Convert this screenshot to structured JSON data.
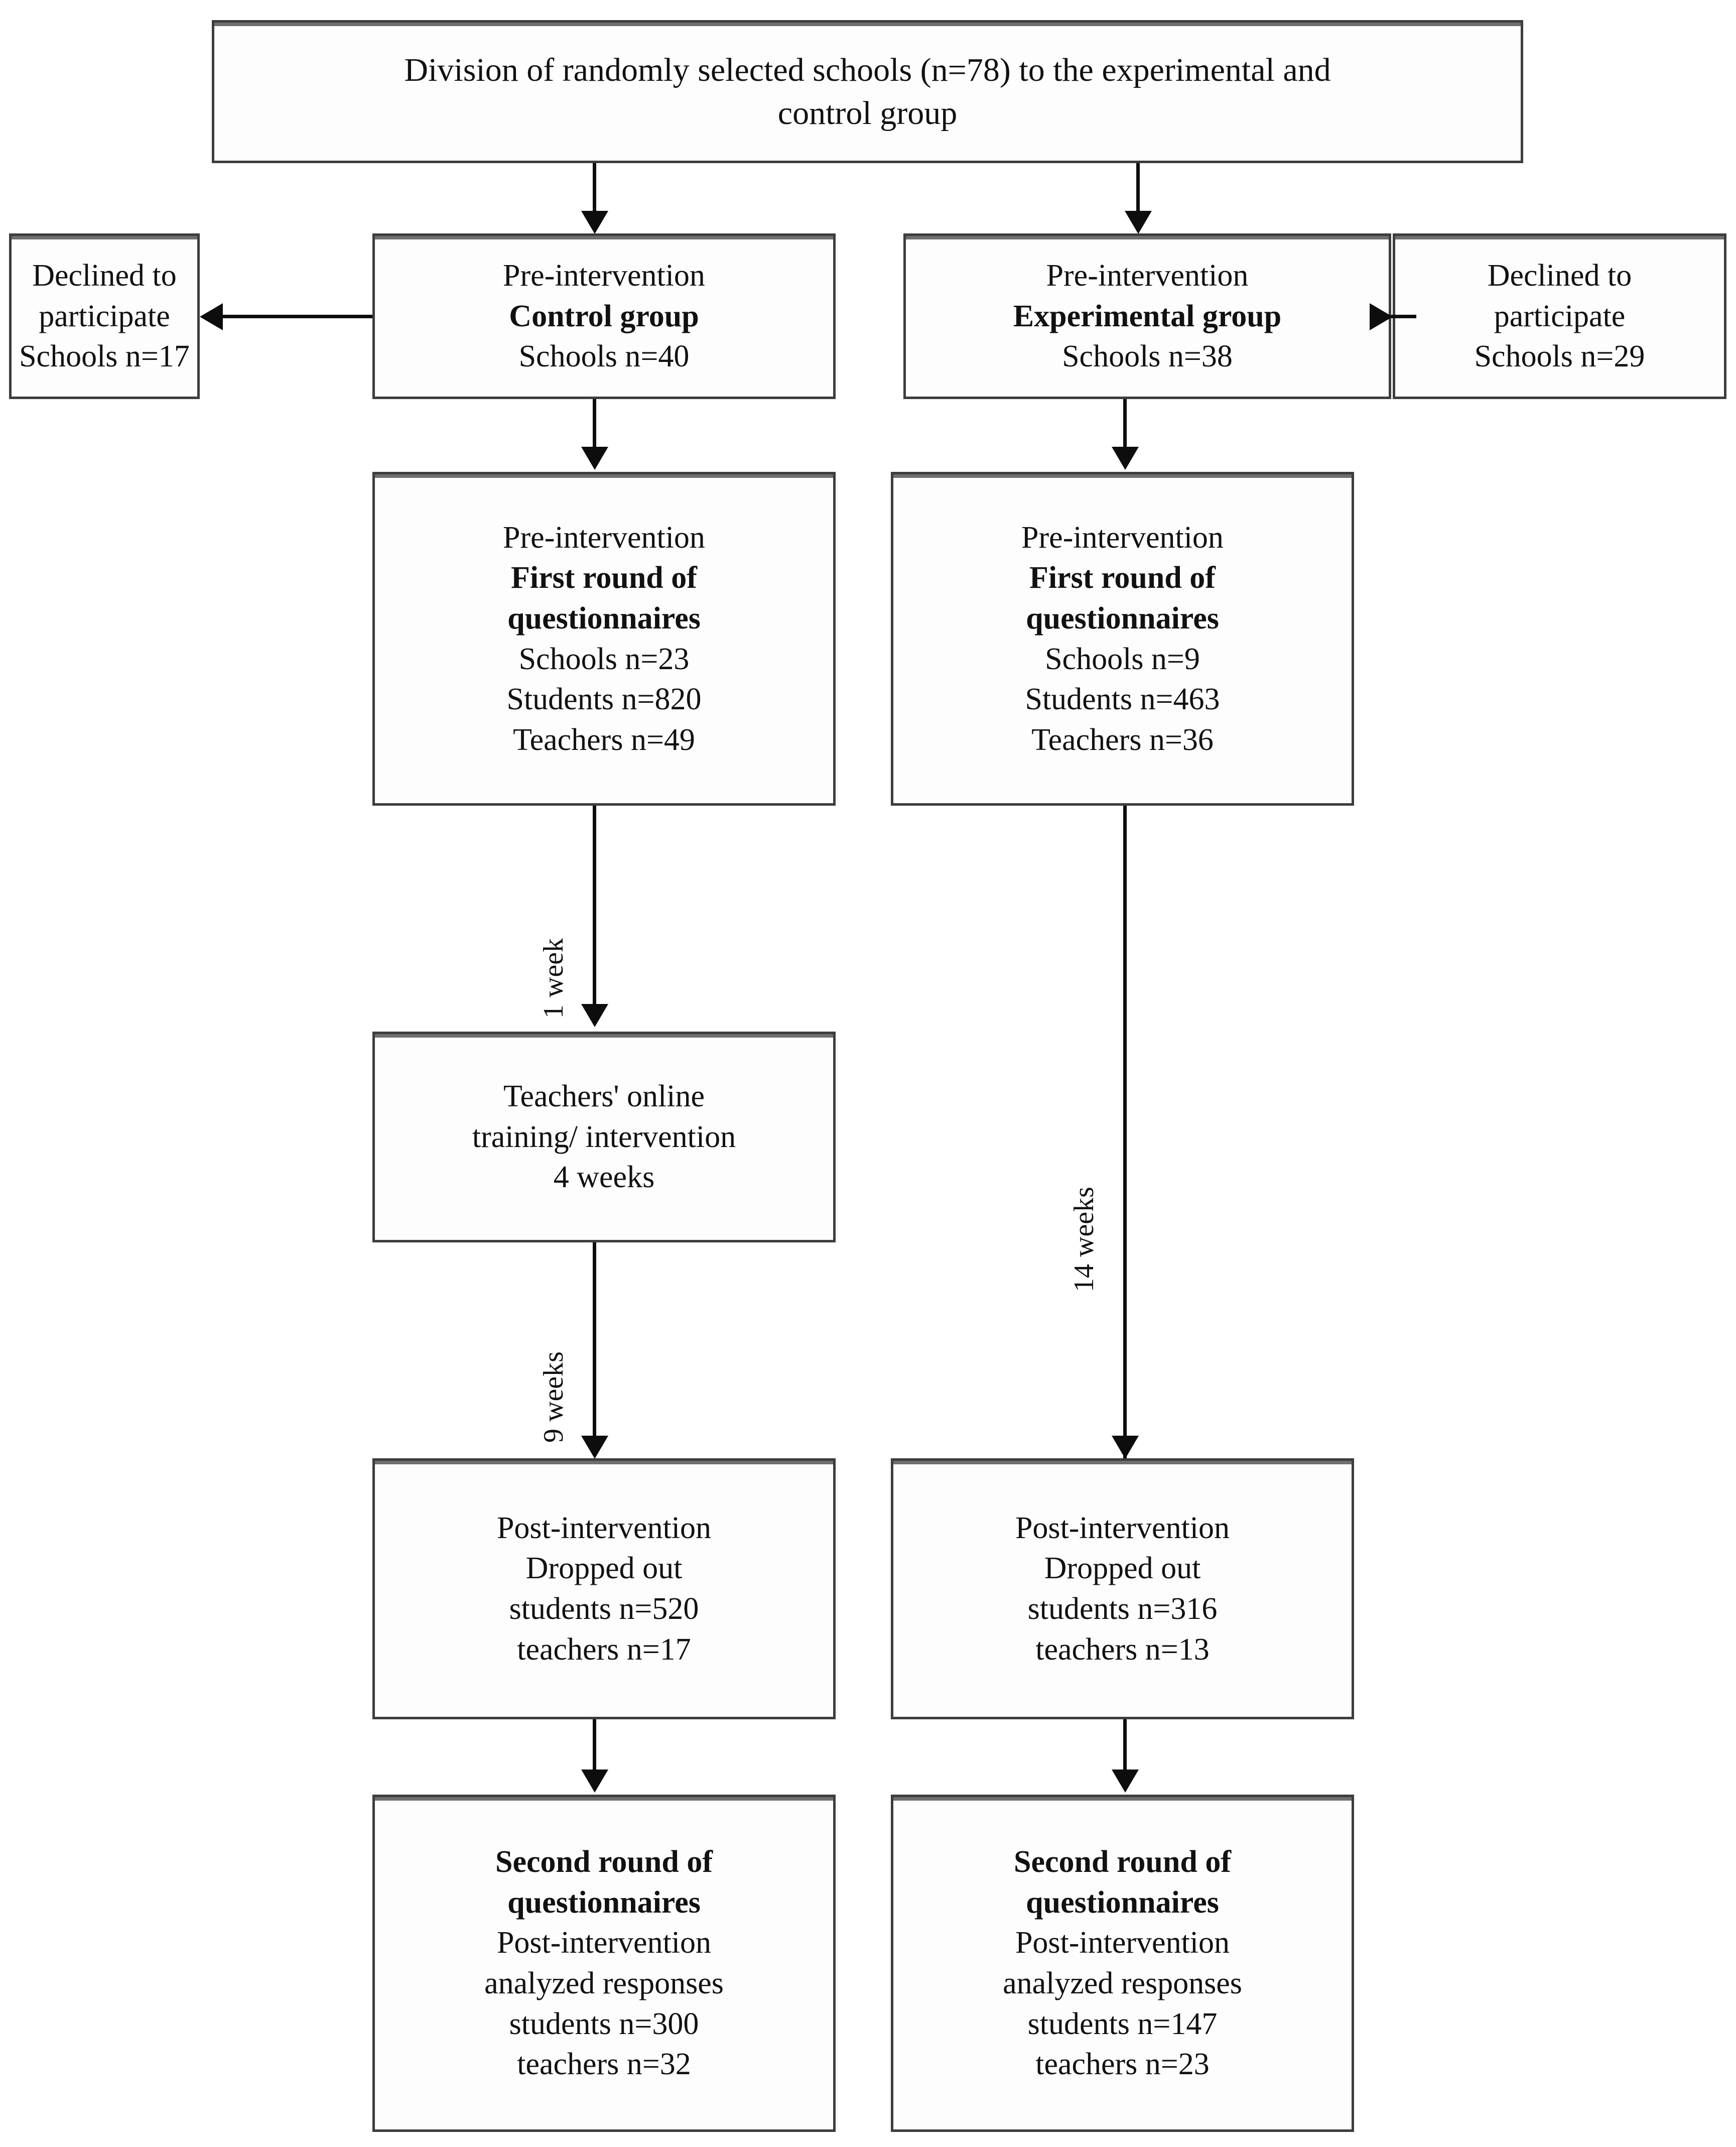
{
  "diagram": {
    "title": "CONSORT-style participant flow diagram",
    "colors": {
      "box_border": "#3d3d3d",
      "box_fill": "#fdfdfd",
      "connector": "#0d0d0d",
      "text": "#111111",
      "background": "#ffffff"
    },
    "nodes": {
      "division": {
        "line1": "Division of randomly selected schools (n=78) to the experimental and",
        "line2": "control group"
      },
      "declined_control": {
        "line1": "Declined to",
        "line2": "participate",
        "line3": "Schools n=17"
      },
      "pre_control": {
        "line1": "Pre-intervention",
        "line2": "Control group",
        "line3": "Schools n=40"
      },
      "pre_experimental": {
        "line1": "Pre-intervention",
        "line2": "Experimental group",
        "line3": "Schools n=38"
      },
      "declined_experimental": {
        "line1": "Declined to",
        "line2": "participate",
        "line3": "Schools n=29"
      },
      "first_round_control": {
        "line1": "Pre-intervention",
        "line2": "First round of",
        "line3": "questionnaires",
        "line4": "Schools n=23",
        "line5": "Students n=820",
        "line6": "Teachers n=49"
      },
      "first_round_experimental": {
        "line1": "Pre-intervention",
        "line2": "First round of",
        "line3": "questionnaires",
        "line4": "Schools n=9",
        "line5": "Students n=463",
        "line6": "Teachers n=36"
      },
      "training": {
        "line1": "Teachers' online",
        "line2": "training/ intervention",
        "line3": "4 weeks"
      },
      "dropped_control": {
        "line1": "Post-intervention",
        "line2": "Dropped out",
        "line3": "students n=520",
        "line4": "teachers n=17"
      },
      "dropped_experimental": {
        "line1": "Post-intervention",
        "line2": "Dropped out",
        "line3": "students n=316",
        "line4": "teachers n=13"
      },
      "second_round_control": {
        "line1": "Second round of",
        "line2": "questionnaires",
        "line3": "Post-intervention",
        "line4": "analyzed responses",
        "line5": "students n=300",
        "line6": "teachers n=32"
      },
      "second_round_experimental": {
        "line1": "Second round of",
        "line2": "questionnaires",
        "line3": "Post-intervention",
        "line4": "analyzed responses",
        "line5": "students n=147",
        "line6": "teachers n=23"
      }
    },
    "edge_labels": {
      "control_one_week": "1 week",
      "control_nine_weeks": "9 weeks",
      "experimental_fourteen_weeks": "14 weeks"
    }
  }
}
